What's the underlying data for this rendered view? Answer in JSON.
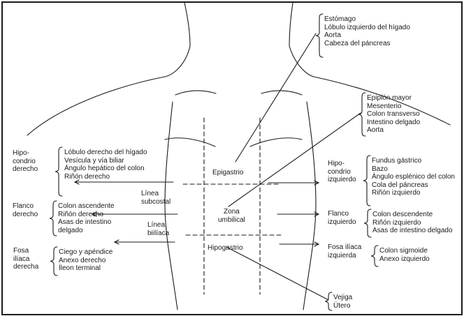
{
  "diagram": {
    "colors": {
      "ink": "#1a1a1a",
      "background": "#ffffff"
    },
    "regions": {
      "epigastrio": "Epigastrio",
      "zona_umbilical": [
        "Zona",
        "umbilical"
      ],
      "hipogastrio": "Hipogastrio",
      "hipocondrio_derecho": [
        "Hipo-",
        "condrio",
        "derecho"
      ],
      "flanco_derecho": [
        "Flanco",
        "derecho"
      ],
      "fosa_iliaca_derecha": [
        "Fosa",
        "ilíaca",
        "derecha"
      ],
      "hipocondrio_izquierdo": [
        "Hipo-",
        "condrio",
        "izquierdo"
      ],
      "flanco_izquierdo": [
        "Flanco",
        "izquierdo"
      ],
      "fosa_iliaca_izquierda": [
        "Fosa ilíaca",
        "izquierda"
      ]
    },
    "lines": {
      "subcostal": [
        "Línea",
        "subcostal"
      ],
      "biiliaca": [
        "Línea",
        "biilíaca"
      ]
    },
    "organs": {
      "epigastrio": [
        "Estómago",
        "Lóbulo izquierdo del hígado",
        "Aorta",
        "Cabeza del páncreas"
      ],
      "umbilical": [
        "Epiplón mayor",
        "Mesenterio",
        "Colon transverso",
        "Intestino delgado",
        "Aorta"
      ],
      "hipocondrio_derecho": [
        "Lóbulo derecho del hígado",
        "Vesícula y vía biliar",
        "Ángulo hepático del colon",
        "Riñón derecho"
      ],
      "flanco_derecho": [
        "Colon ascendente",
        "Riñón derecho",
        "Asas de intestino",
        "delgado"
      ],
      "fosa_iliaca_derecha": [
        "Ciego y apéndice",
        "Anexo derecho",
        "Íleon terminal"
      ],
      "hipocondrio_izquierdo": [
        "Fundus gástrico",
        "Bazo",
        "Ángulo esplénico del colon",
        "Cola del páncreas",
        "Riñón izquierdo"
      ],
      "flanco_izquierdo": [
        "Colon descendente",
        "Riñón izquierdo",
        "Asas de intestino delgado"
      ],
      "fosa_iliaca_izquierda": [
        "Colon sigmoide",
        "Anexo izquierdo"
      ],
      "hipogastrio": [
        "Vejiga",
        "Útero"
      ]
    }
  }
}
